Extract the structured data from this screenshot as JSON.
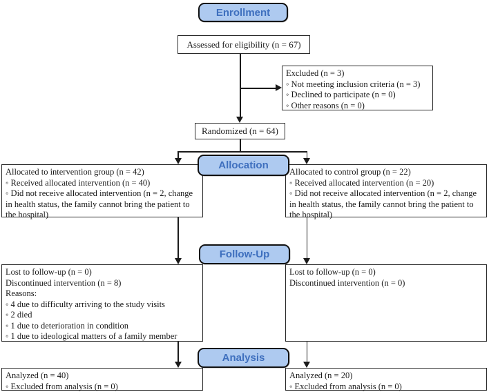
{
  "colors": {
    "stage_fill": "#aecaf0",
    "stage_border": "#111111",
    "stage_text": "#3e6fbe",
    "box_border": "#2a2a2a",
    "ink": "#1a1a1a"
  },
  "stages": {
    "enrollment": "Enrollment",
    "allocation": "Allocation",
    "followup": "Follow-Up",
    "analysis": "Analysis"
  },
  "boxes": {
    "assessed": {
      "text": "Assessed for eligibility  (n = 67)"
    },
    "excluded": {
      "lines": [
        "Excluded (n = 3)",
        "◦ Not meeting inclusion  criteria (n = 3)",
        "◦ Declined to participate (n = 0)",
        "◦ Other reasons (n = 0)"
      ]
    },
    "randomized": {
      "text": "Randomized (n = 64)"
    },
    "alloc_intervention": {
      "lines": [
        "Allocated to intervention  group (n = 42)",
        "◦ Received allocated intervention  (n = 40)",
        "◦ Did not receive allocated intervention  (n = 2, change in health status, the family  cannot bring the patient to the hospital)"
      ]
    },
    "alloc_control": {
      "lines": [
        "Allocated to control group (n = 22)",
        "◦ Received allocated intervention  (n = 20)",
        "◦ Did not receive allocated intervention  (n = 2, change in health status, the family  cannot bring the patient to the hospital)"
      ]
    },
    "followup_intervention": {
      "lines": [
        "Lost to follow-up  (n = 0)",
        "Discontinued intervention  (n = 8)",
        "Reasons:",
        "◦ 4 due to difficulty  arriving to the study  visits",
        "◦ 2 died",
        "◦ 1 due to deterioration in  condition",
        "◦ 1 due to ideological  matters of a family  member"
      ]
    },
    "followup_control": {
      "lines": [
        "Lost to follow-up  (n = 0)",
        "Discontinued intervention  (n = 0)"
      ]
    },
    "analysis_intervention": {
      "lines": [
        "Analyzed (n = 40)",
        "◦ Excluded from analysis  (n = 0)"
      ]
    },
    "analysis_control": {
      "lines": [
        "Analyzed (n = 20)",
        "◦ Excluded from analysis  (n = 0)"
      ]
    }
  }
}
